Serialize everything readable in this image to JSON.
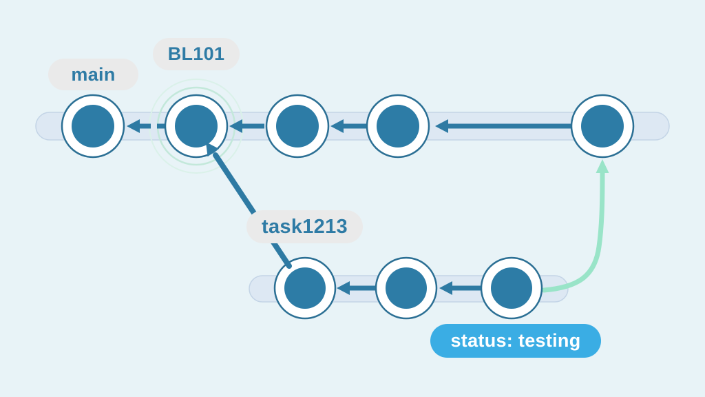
{
  "scene": {
    "background_color": "#e8f3f7",
    "kind": "git branching diagram"
  },
  "colors": {
    "bg": "#e8f3f7",
    "track": "#dde8f3",
    "track-border": "#c3d4e6",
    "commit-fill": "#2d7ca6",
    "commit-border": "#2b6f94",
    "arrow": "#2e7aa3",
    "label-bg": "#eaeaea",
    "label-text": "#2e7ba5",
    "status-bg": "#3aade4",
    "status-text": "#ffffff",
    "highlight-green": "#99e4c8",
    "halo-ring": "#c3e8da",
    "halo-ring-outer": "#daf1e9"
  },
  "labels": {
    "main_branch": "main",
    "bl101_tag": "BL101",
    "task_branch": "task1213",
    "status_badge": "status: testing"
  },
  "graph": {
    "type": "git-commit-graph",
    "branches": [
      {
        "name": "main",
        "row": "top",
        "commit_count": 5,
        "tags": [
          "main",
          "BL101"
        ],
        "highlighted_commit": "BL101",
        "arrow_direction": "left"
      },
      {
        "name": "task1213",
        "row": "bottom",
        "commit_count": 3,
        "branched_from": "BL101",
        "status": "status: testing",
        "arrow_direction": "left"
      }
    ],
    "connectors": [
      {
        "id": "branch-arrow",
        "from": "task1213 first commit",
        "to": "BL101 commit",
        "color": "#2e7aa3"
      },
      {
        "id": "merge-curve",
        "from": "task1213 right end",
        "to": "main last commit",
        "color": "#99e4c8"
      }
    ]
  }
}
